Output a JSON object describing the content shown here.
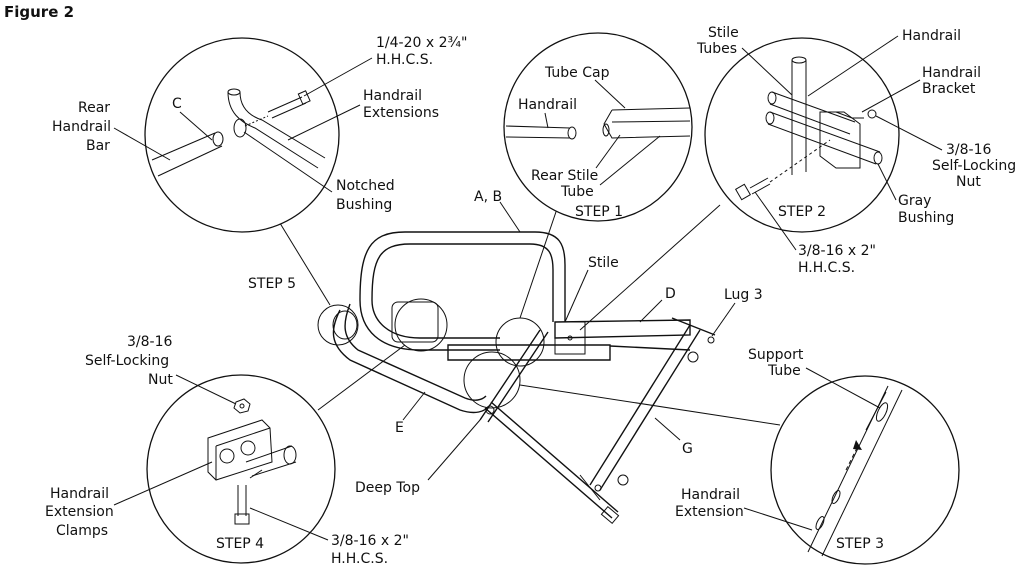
{
  "figure_title": "Figure 2",
  "steps": {
    "step1": "STEP 1",
    "step2": "STEP 2",
    "step3": "STEP 3",
    "step4": "STEP 4",
    "step5": "STEP 5"
  },
  "labels": {
    "hhcs_a_1": "1/4-20 x 2¾\"",
    "hhcs_a_2": "H.H.C.S.",
    "rear_handrail_1": "Rear",
    "rear_handrail_2": "Handrail",
    "rear_handrail_3": "Bar",
    "c": "C",
    "handrail_ext_1": "Handrail",
    "handrail_ext_2": "Extensions",
    "notched_1": "Notched",
    "notched_2": "Bushing",
    "tube_cap": "Tube Cap",
    "handrail_s1": "Handrail",
    "rear_stile_1": "Rear Stile",
    "rear_stile_2": "Tube",
    "stile_tubes_1": "Stile",
    "stile_tubes_2": "Tubes",
    "handrail_s2": "Handrail",
    "bracket_1": "Handrail",
    "bracket_2": "Bracket",
    "nut_s2_1": "3/8-16",
    "nut_s2_2": "Self-Locking",
    "nut_s2_3": "Nut",
    "gray_1": "Gray",
    "gray_2": "Bushing",
    "hhcs_s2_1": "3/8-16 x 2\"",
    "hhcs_s2_2": "H.H.C.S.",
    "ab": "A, B",
    "stile": "Stile",
    "d": "D",
    "lug3": "Lug 3",
    "support_1": "Support",
    "support_2": "Tube",
    "e": "E",
    "g": "G",
    "deep_top": "Deep Top",
    "nut_s4_1": "3/8-16",
    "nut_s4_2": "Self-Locking",
    "nut_s4_3": "Nut",
    "clamps_1": "Handrail",
    "clamps_2": "Extension",
    "clamps_3": "Clamps",
    "hhcs_s4_1": "3/8-16 x 2\"",
    "hhcs_s4_2": "H.H.C.S.",
    "ext_s3_1": "Handrail",
    "ext_s3_2": "Extension"
  }
}
